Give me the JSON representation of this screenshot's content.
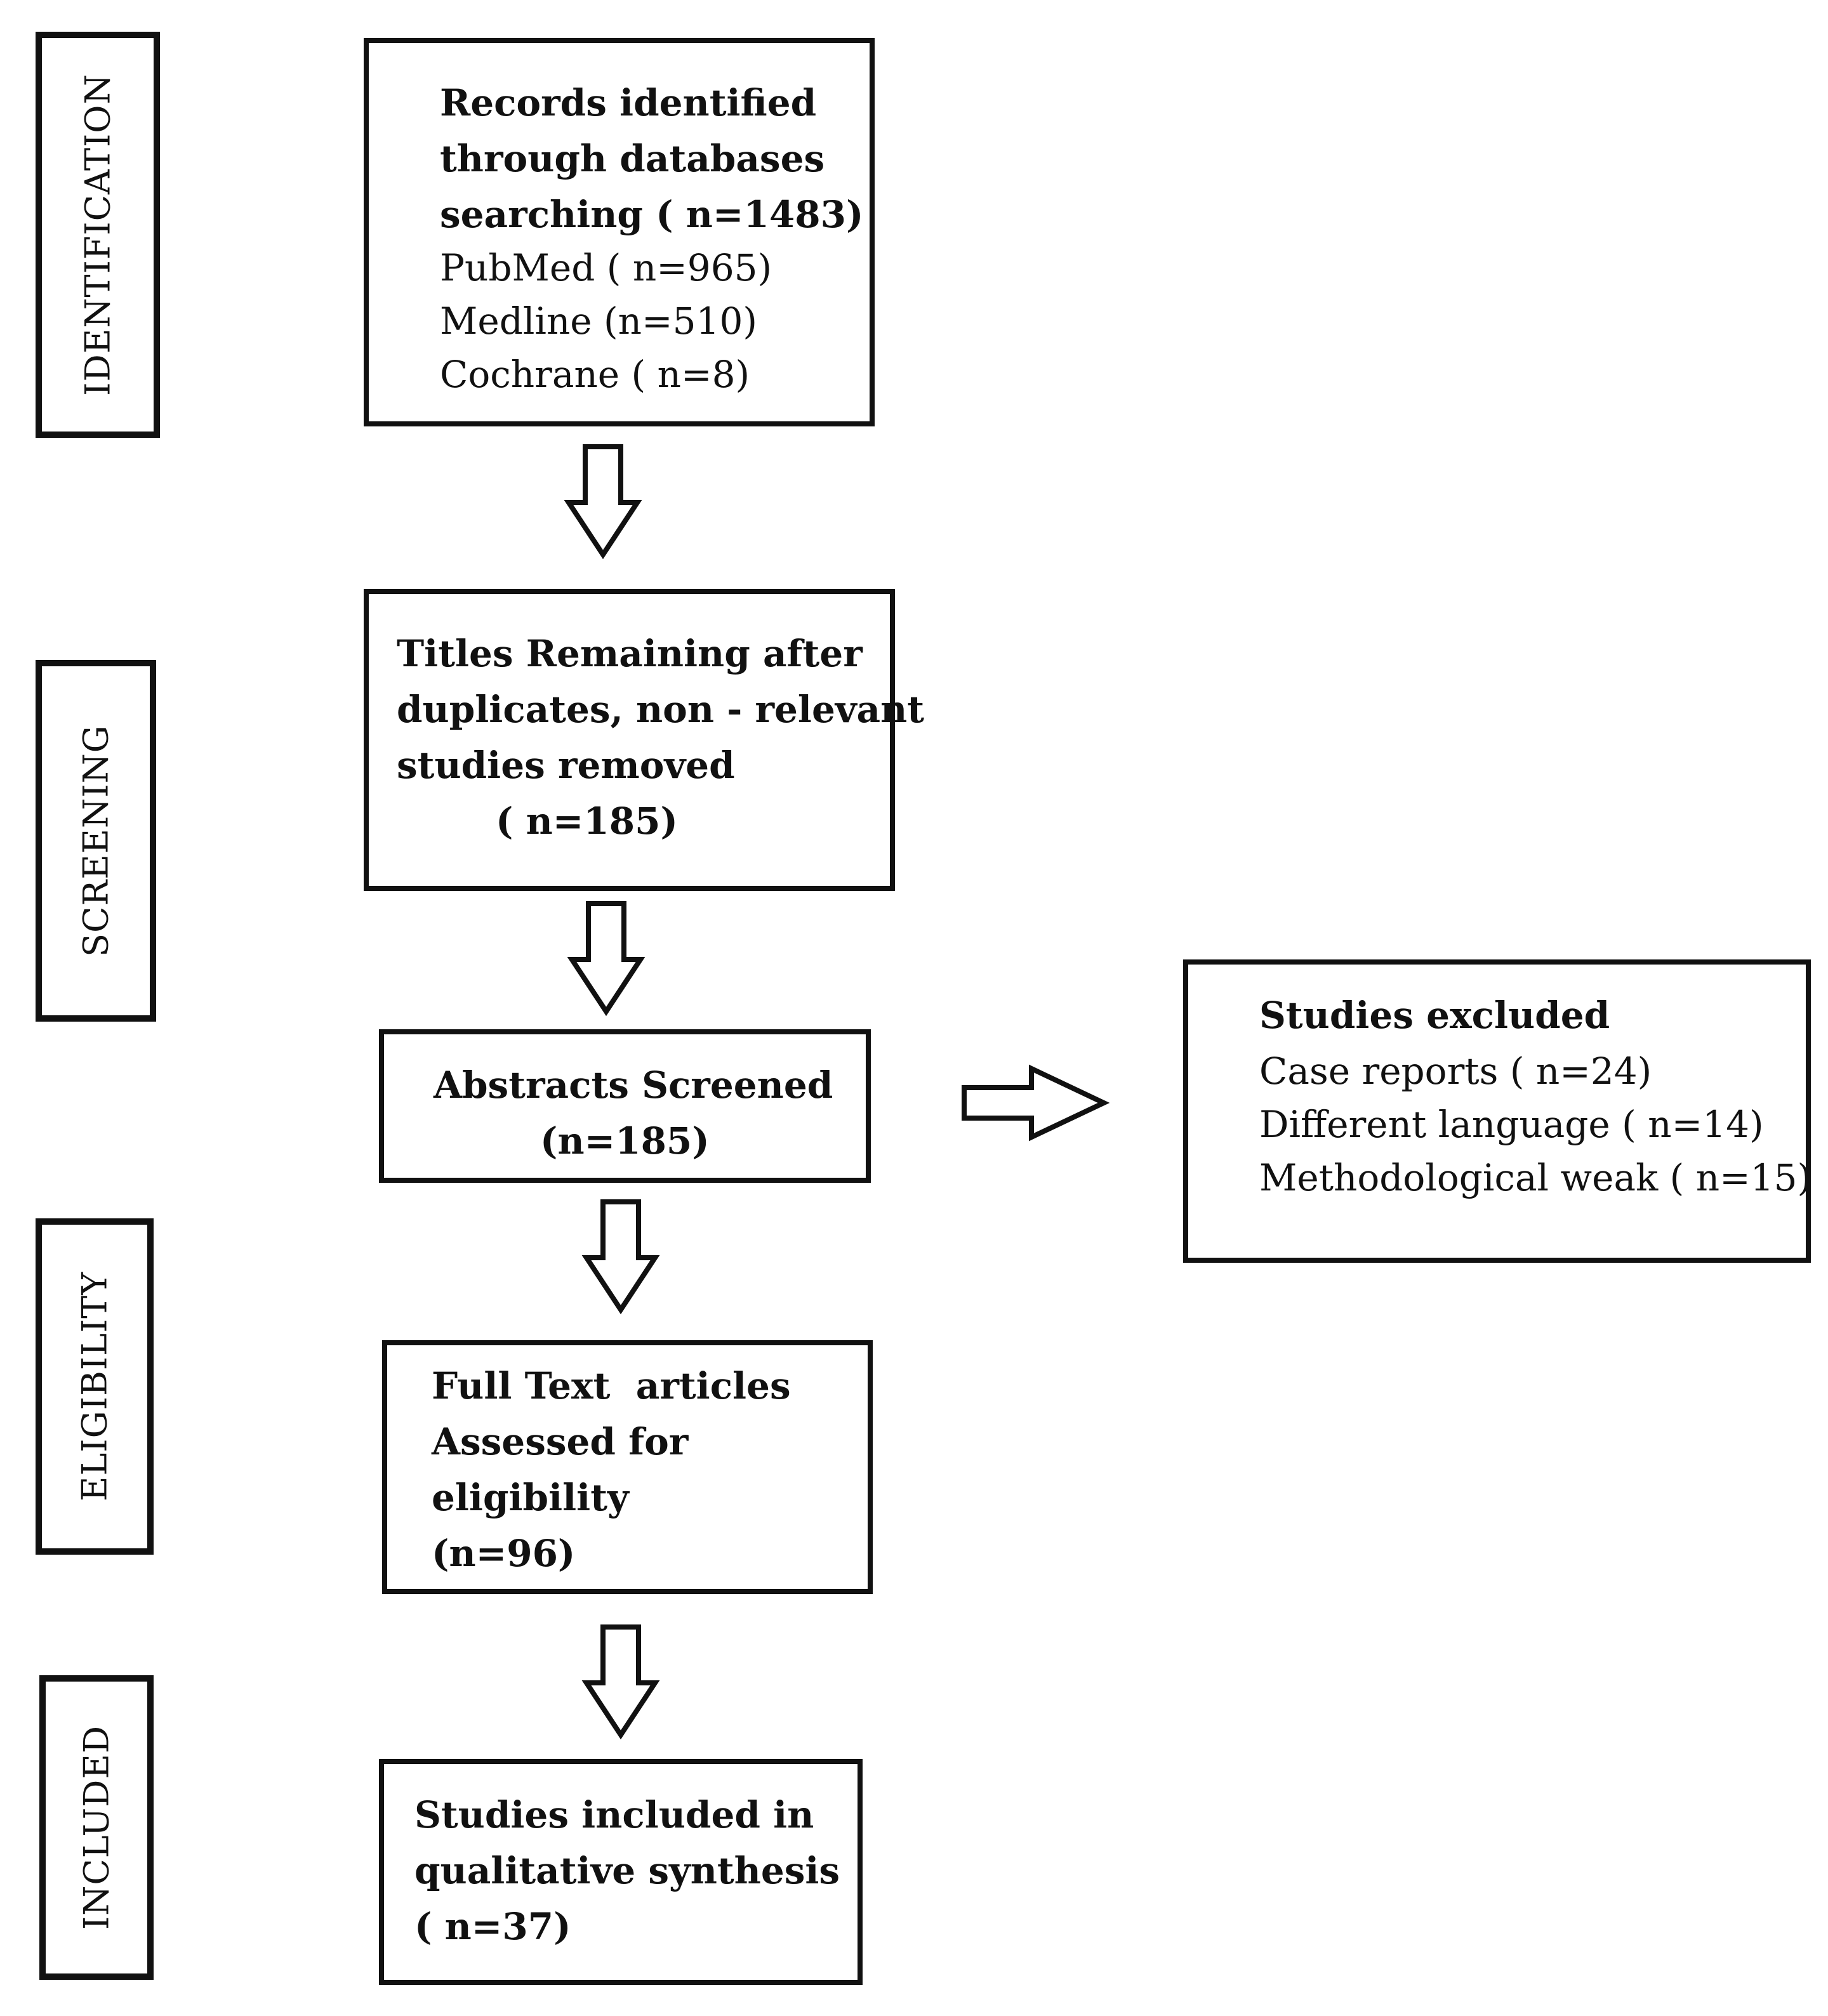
{
  "stages": {
    "identification": "IDENTIFICATION",
    "screening": "SCREENING",
    "eligibility": "ELIGIBILITY",
    "included": "INCLUDED"
  },
  "records_box": {
    "line1": "Records identified",
    "line2": "through databases",
    "line3": "searching ( n=1483)",
    "line4": "PubMed ( n=965)",
    "line5": "Medline (n=510)",
    "line6": "Cochrane ( n=8)"
  },
  "titles_box": {
    "line1": "Titles Remaining after",
    "line2": "duplicates, non - relevant",
    "line3": "studies removed",
    "line4": "( n=185)"
  },
  "abstracts_box": {
    "line1": "Abstracts Screened",
    "line2": "(n=185)"
  },
  "excluded_box": {
    "line1": "Studies excluded",
    "line2": "Case reports ( n=24)",
    "line3": "Different language ( n=14)",
    "line4": "Methodological weak ( n=15)"
  },
  "fulltext_box": {
    "line1": "Full Text  articles",
    "line2": "Assessed for",
    "line3": "eligibility",
    "line4": "(n=96)"
  },
  "included_box": {
    "line1": "Studies included in",
    "line2": "qualitative synthesis",
    "line3": "( n=37)"
  }
}
